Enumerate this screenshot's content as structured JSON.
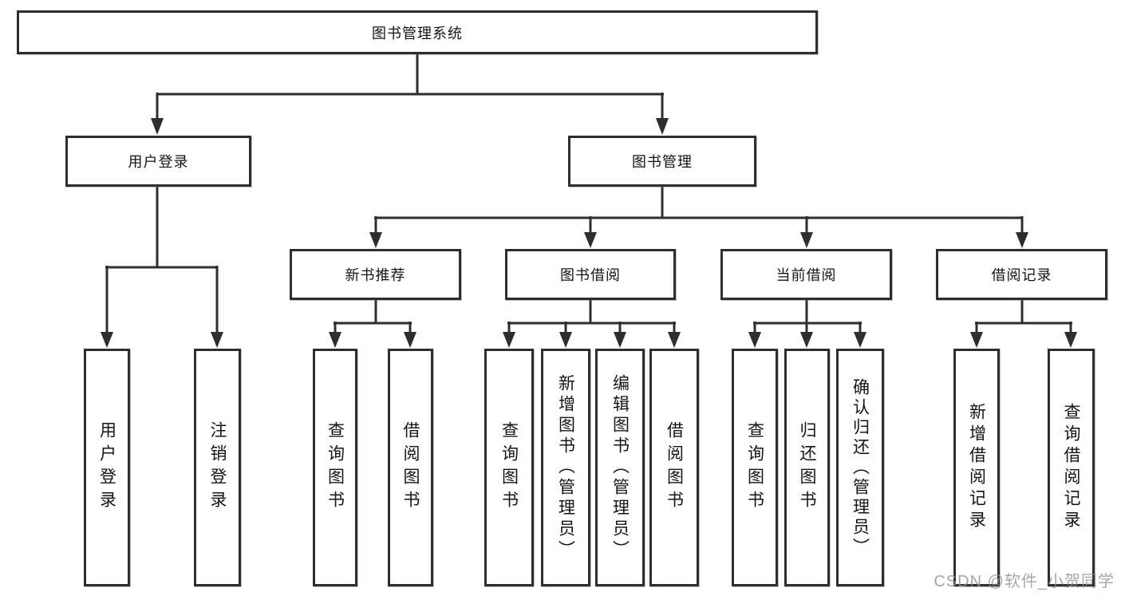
{
  "diagram": {
    "title": "图书管理系统",
    "root": {
      "label": "图书管理系统"
    },
    "branches": [
      {
        "label": "用户登录",
        "children": [
          "用户登录",
          "注销登录"
        ]
      },
      {
        "label": "图书管理",
        "groups": [
          {
            "label": "新书推荐",
            "children": [
              "查询图书",
              "借阅图书"
            ]
          },
          {
            "label": "图书借阅",
            "children": [
              "查询图书",
              "新增图书（管理员）",
              "编辑图书（管理员）",
              "借阅图书"
            ]
          },
          {
            "label": "当前借阅",
            "children": [
              "查询图书",
              "归还图书",
              "确认归还（管理员）"
            ]
          },
          {
            "label": "借阅记录",
            "children": [
              "新增借阅记录",
              "查询借阅记录"
            ]
          }
        ]
      }
    ]
  },
  "colors": {
    "line": "#2e2e2e",
    "box_border": "#2e2e2e",
    "background": "#ffffff",
    "watermark": "#919191"
  },
  "watermark": "CSDN @软件_小贺同学"
}
